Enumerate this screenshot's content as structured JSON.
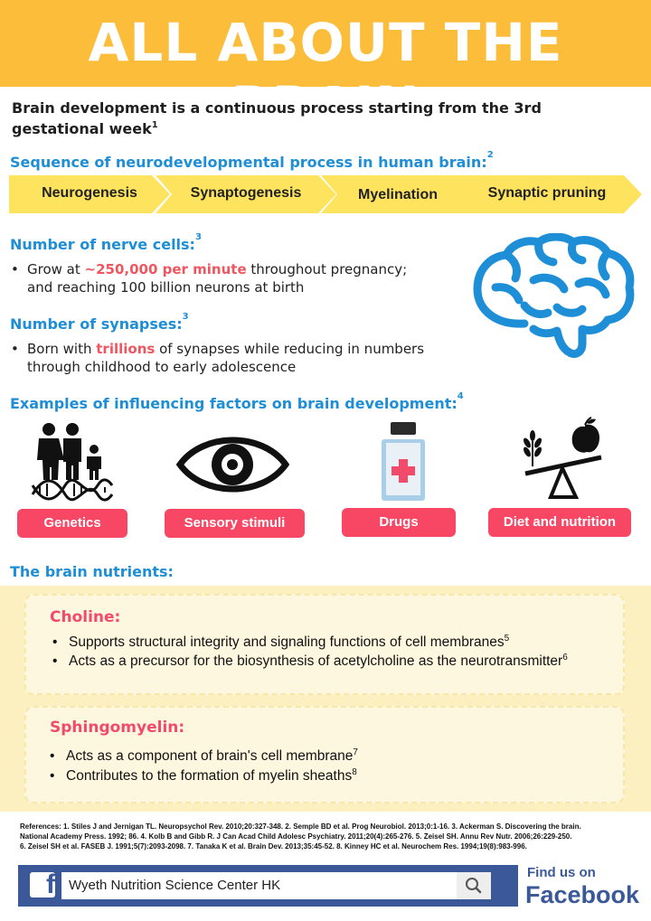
{
  "header": {
    "title": "ALL ABOUT THE BRAIN"
  },
  "intro": {
    "text": "Brain development is a continuous process starting from the 3rd gestational week",
    "ref": "1"
  },
  "sequence": {
    "heading": "Sequence of neurodevelopmental process in human brain:",
    "ref": "2",
    "steps": [
      "Neurogenesis",
      "Synaptogenesis",
      "Myelination",
      "Synaptic pruning"
    ]
  },
  "nerve_cells": {
    "heading": "Number of nerve cells:",
    "ref": "3",
    "bullet_pre": "Grow at ",
    "bullet_hl": "~250,000 per minute",
    "bullet_post": " throughout pregnancy;",
    "bullet_line2": "and reaching 100 billion neurons at birth"
  },
  "synapses": {
    "heading": "Number of synapses:",
    "ref": "3",
    "bullet_pre": "Born with ",
    "bullet_hl": "trillions",
    "bullet_post": " of synapses while reducing in numbers",
    "bullet_line2": "through childhood to early adolescence"
  },
  "factors": {
    "heading": "Examples of influencing factors on brain development:",
    "ref": "4",
    "items": [
      {
        "label": "Genetics",
        "icon": "family-dna-icon"
      },
      {
        "label": "Sensory stimuli",
        "icon": "eye-icon"
      },
      {
        "label": "Drugs",
        "icon": "medicine-bottle-icon"
      },
      {
        "label": "Diet and nutrition",
        "icon": "balance-food-icon"
      }
    ]
  },
  "nutrients": {
    "heading": "The brain nutrients:",
    "choline": {
      "title": "Choline:",
      "bullets": [
        {
          "text": "Supports structural integrity and signaling functions of cell membranes",
          "ref": "5"
        },
        {
          "text": "Acts as a precursor for the biosynthesis of acetylcholine as the neurotransmitter",
          "ref": "6"
        }
      ]
    },
    "sphingomyelin": {
      "title": "Sphingomyelin:",
      "bullets": [
        {
          "text": "Acts as a component of brain's cell membrane",
          "ref": "7"
        },
        {
          "text": "Contributes to the formation of myelin sheaths",
          "ref": "8"
        }
      ]
    }
  },
  "references": {
    "line1": "References: 1. Stiles J and Jernigan TL. Neuropsychol Rev. 2010;20:327-348.   2. Semple BD et al. Prog Neurobiol. 2013;0:1-16.   3. Ackerman S. Discovering the brain.",
    "line2": "National Academy Press. 1992; 86.   4. Kolb B and Gibb R. J Can Acad Child Adolesc Psychiatry. 2011;20(4):265-276.   5. Zeisel SH. Annu Rev Nutr. 2006;26:229-250.",
    "line3": "6. Zeisel SH et al. FASEB J. 1991;5(7):2093-2098.   7. Tanaka K et al. Brain Dev. 2013;35:45-52.   8. Kinney HC et al. Neurochem Res. 1994;19(8):983-996."
  },
  "facebook": {
    "logo_letter": "f",
    "search_text": "Wyeth Nutrition Science Center HK",
    "find_us": "Find us on",
    "brand": "Facebook"
  },
  "colors": {
    "header": "#fbbd3a",
    "blue": "#1e8fd6",
    "arrow": "#fde35e",
    "pink": "#f74765",
    "facebook": "#3b5998"
  }
}
